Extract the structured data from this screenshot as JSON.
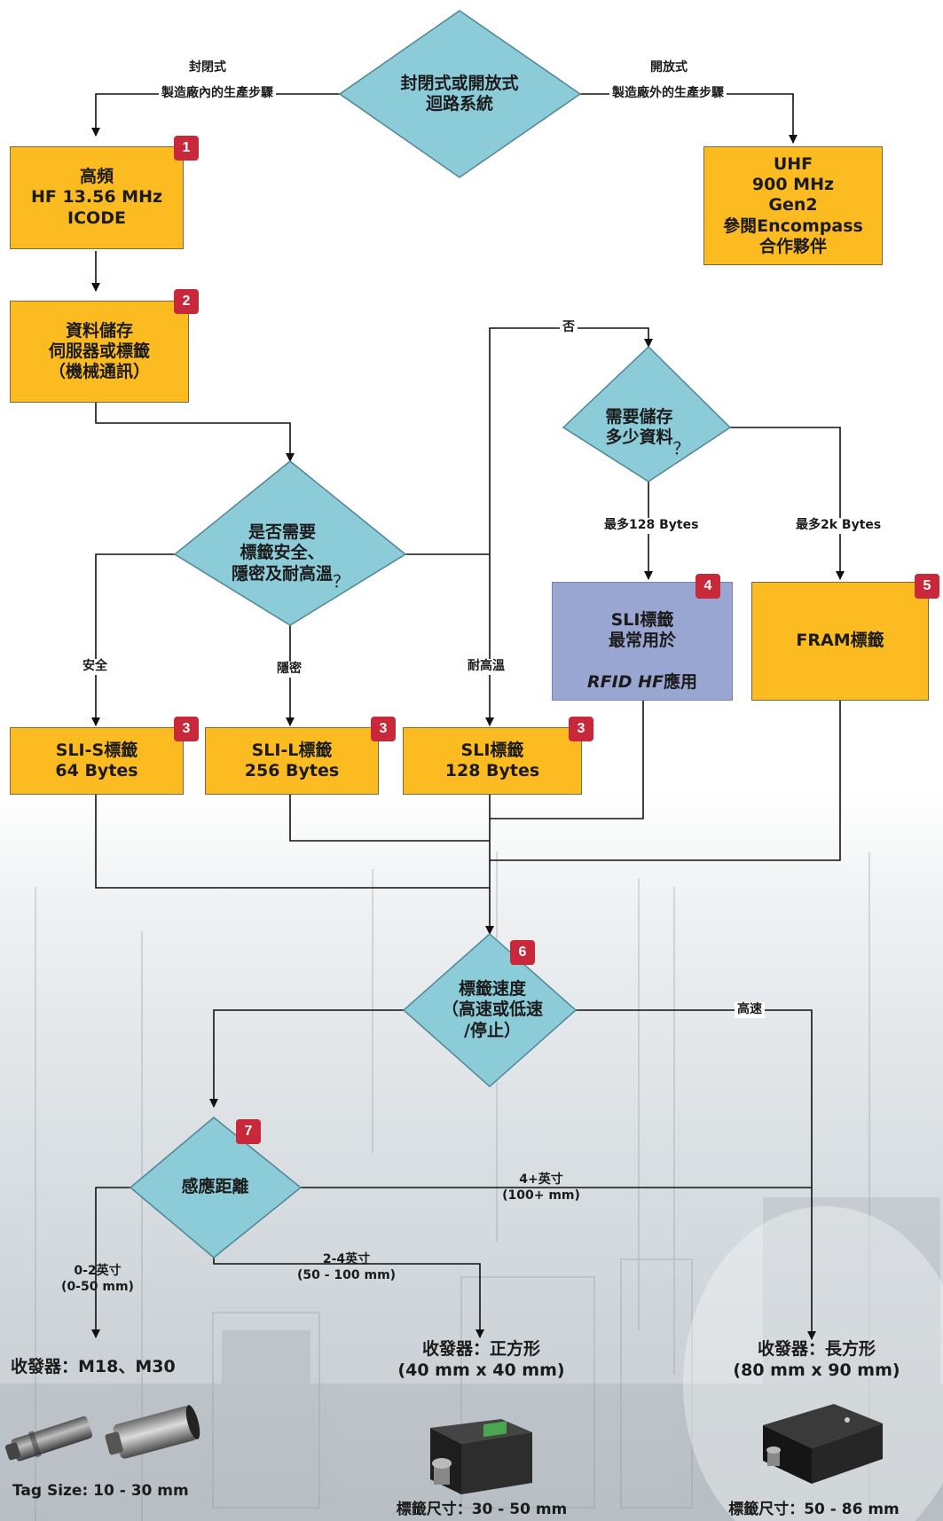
{
  "colors": {
    "yellow": "#fbbb21",
    "purple": "#9aa6d2",
    "diamond": "#8ccbd8",
    "badge": "#c8283a"
  },
  "decisions": {
    "loop": "封閉式或開放式\n迴路系統",
    "memory": "需要儲存\n多少資料",
    "memory_q": "？",
    "security": "是否需要\n標籤安全、\n隱密及耐高溫",
    "security_q": "？",
    "speed": "標籤速度\n（高速或低速\n/停止）",
    "range": "感應距離"
  },
  "boxes": {
    "hf": "高頻\nHF 13.56 MHz\nICODE",
    "uhf": "UHF\n900 MHz\nGen2\n參閱Encompass\n合作夥伴",
    "storage": "資料儲存\n伺服器或標籤\n（機械通訊）",
    "sli_rfid_1": "SLI標籤\n最常用於",
    "sli_rfid_2": "RFID HF",
    "sli_rfid_3": "應用",
    "fram": "FRAM標籤",
    "slis": "SLI-S標籤\n64 Bytes",
    "slil": "SLI-L標籤\n256 Bytes",
    "sli": "SLI標籤\n128 Bytes"
  },
  "badges": [
    "1",
    "2",
    "3",
    "4",
    "5",
    "6",
    "7"
  ],
  "labels": {
    "closed_title": "封閉式",
    "closed_sub": "製造廠內的生產步驟",
    "open_title": "開放式",
    "open_sub": "製造廠外的生產步驟",
    "no": "否",
    "max128": "最多128 Bytes",
    "max2k": "最多2k Bytes",
    "safe": "安全",
    "hidden": "隱密",
    "heat": "耐高溫",
    "high_speed": "高速",
    "r4": "4+英寸\n(100+ mm)",
    "r2": "2-4英寸\n(50 - 100 mm)",
    "r0": "0-2英寸\n(0-50 mm)"
  },
  "outputs": {
    "m18": "收發器：M18、M30",
    "tag_small": "Tag Size: 10 - 30 mm",
    "square": "收發器：正方形\n(40 mm x 40 mm)",
    "tag_square": "標籤尺寸：30 - 50 mm",
    "rect": "收發器：長方形\n(80 mm x 90 mm)",
    "tag_rect": "標籤尺寸：50 - 86 mm"
  }
}
